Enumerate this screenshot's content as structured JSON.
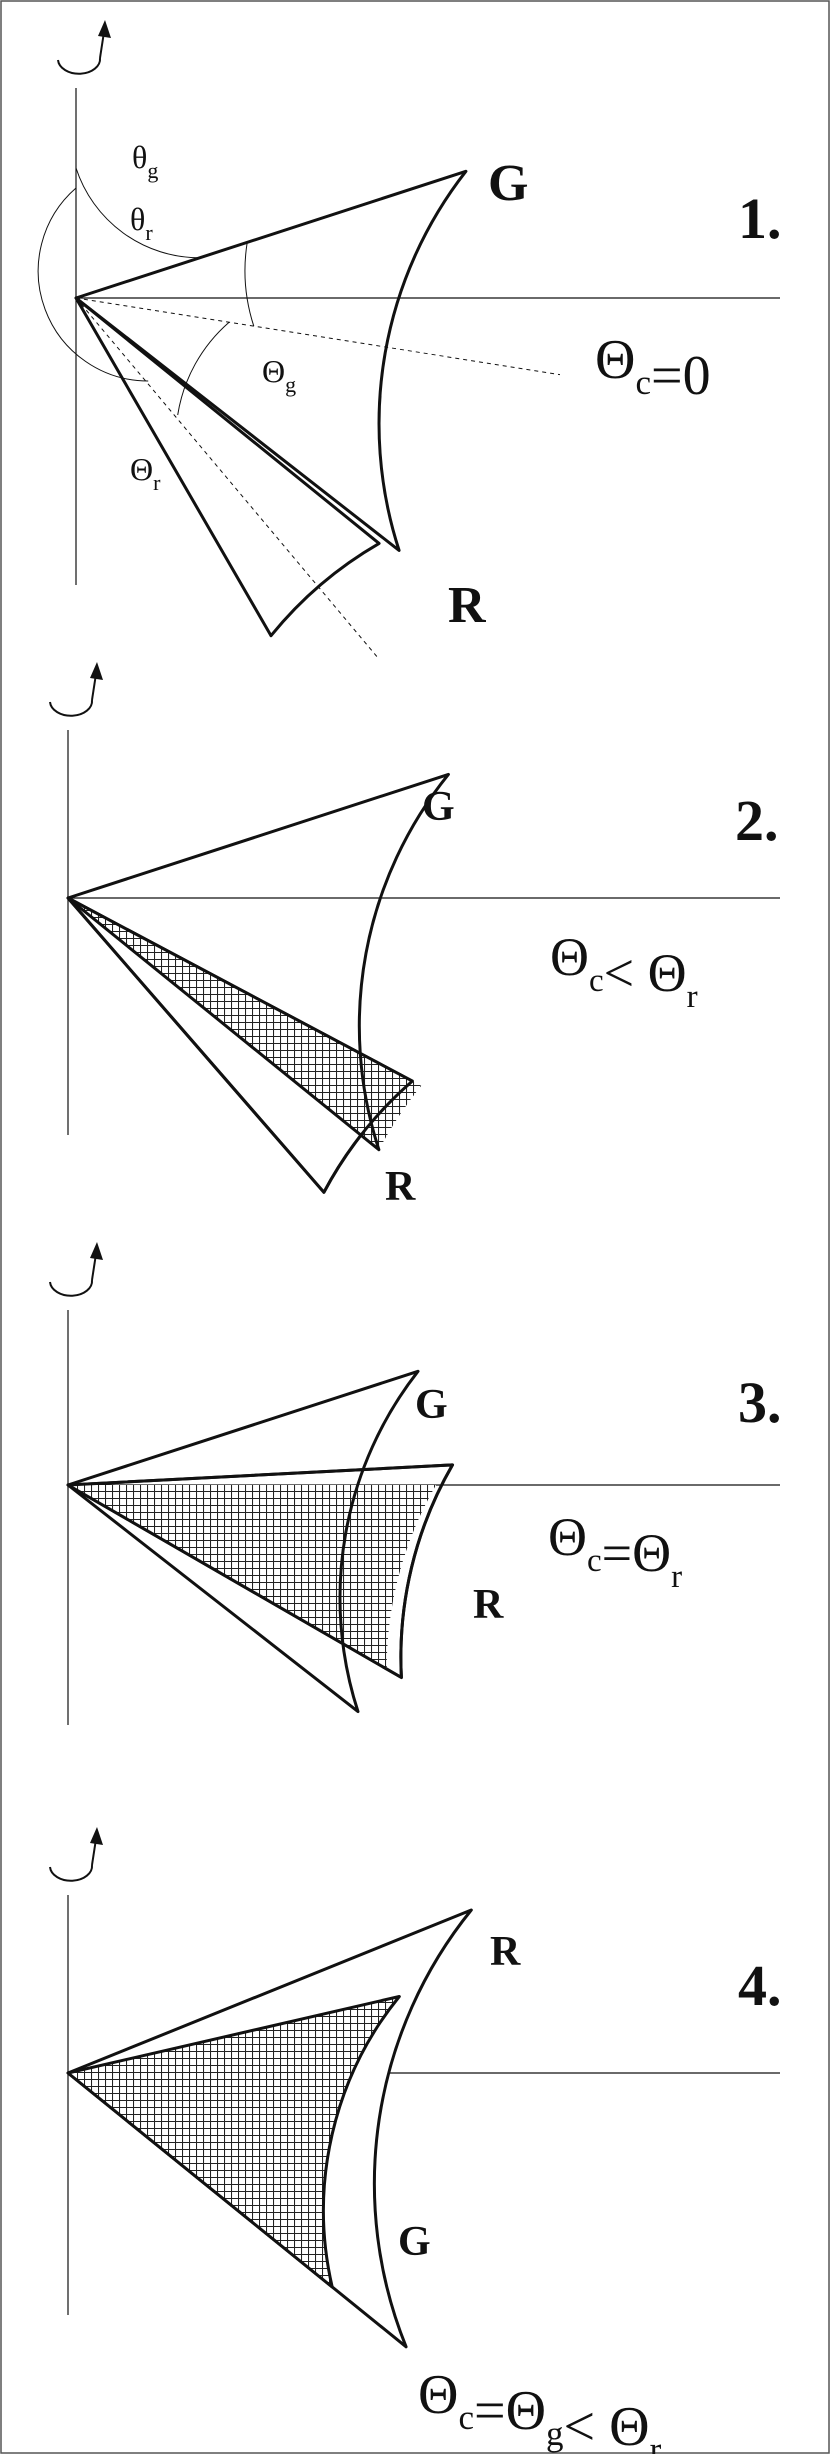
{
  "panels": [
    {
      "number": "1.",
      "g_label": "G",
      "r_label": "R",
      "condition": [
        {
          "t": "Θ",
          "sub": "c"
        },
        {
          "t": "=0"
        }
      ],
      "angle_labels": [
        {
          "t": "θ",
          "sub": "g"
        },
        {
          "t": "θ",
          "sub": "r"
        },
        {
          "t": "Θ",
          "sub": "g"
        },
        {
          "t": "Θ",
          "sub": "r"
        }
      ]
    },
    {
      "number": "2.",
      "g_label": "G",
      "r_label": "R",
      "condition": [
        {
          "t": "Θ",
          "sub": "c"
        },
        {
          "t": "< Θ",
          "sub": "r"
        }
      ]
    },
    {
      "number": "3.",
      "g_label": "G",
      "r_label": "R",
      "condition": [
        {
          "t": "Θ",
          "sub": "c"
        },
        {
          "t": "=Θ",
          "sub": "r"
        }
      ]
    },
    {
      "number": "4.",
      "g_label": "G",
      "r_label": "R",
      "condition": [
        {
          "t": "Θ",
          "sub": "c"
        },
        {
          "t": "=Θ",
          "sub": "g"
        },
        {
          "t": "< Θ",
          "sub": "r"
        }
      ]
    }
  ],
  "colors": {
    "stroke": "#111111",
    "frame": "#555555",
    "hatch": "#222222",
    "background": "#ffffff"
  },
  "icons": [
    "rotation-arrow-icon"
  ]
}
